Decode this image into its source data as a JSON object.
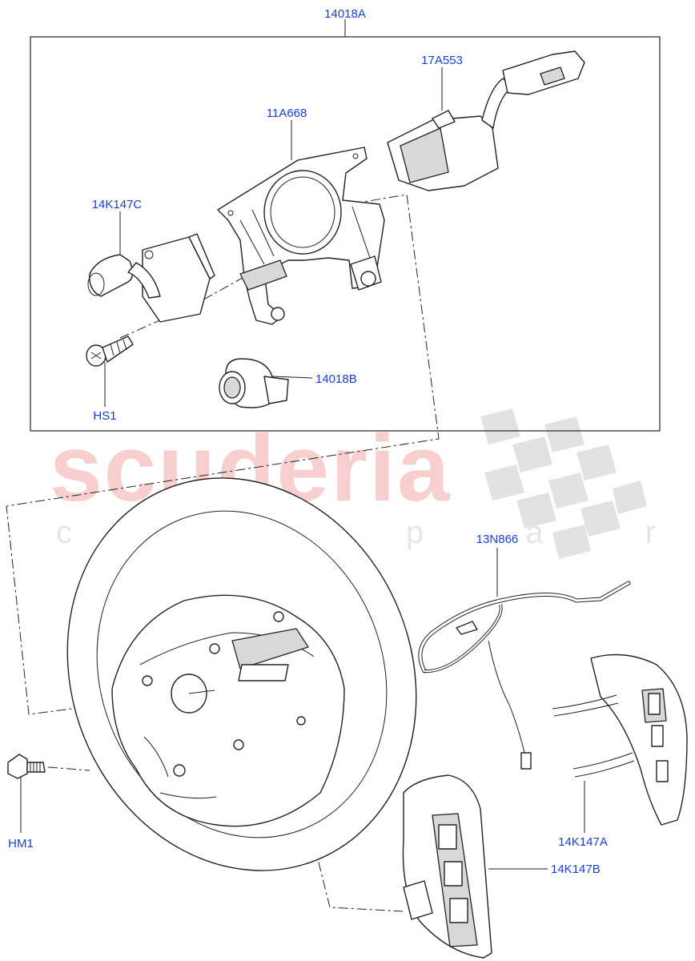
{
  "watermark": {
    "brand": "scuderia",
    "tagline": "c a r  p a r t s"
  },
  "callouts": {
    "assembly": "14018A",
    "stalk_right": "17A553",
    "steering_column_bracket": "11A668",
    "stalk_left": "14K147C",
    "screw": "HS1",
    "rotary_switch": "14018B",
    "harness": "13N866",
    "bolt": "HM1",
    "switch_pack_right": "14K147A",
    "switch_pack_left": "14K147B"
  }
}
